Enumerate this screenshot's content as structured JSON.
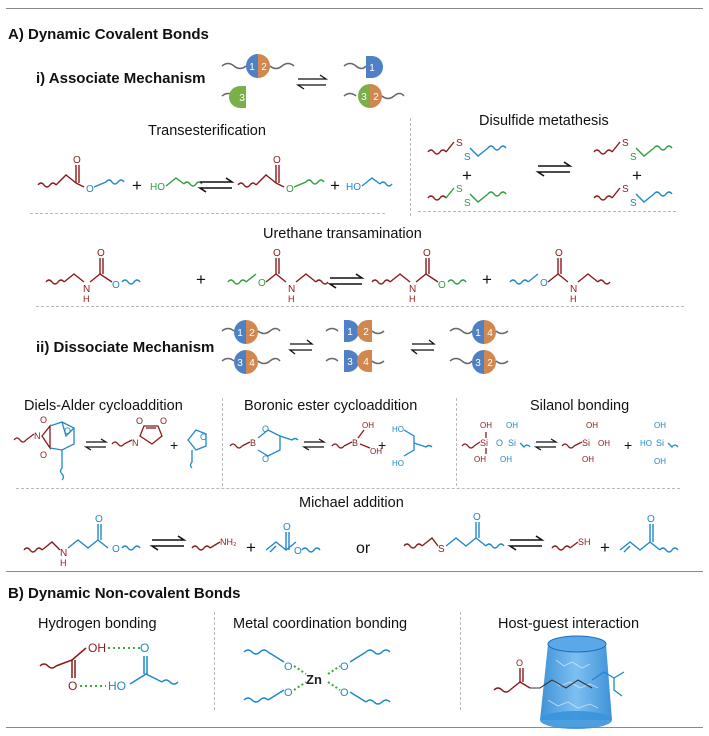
{
  "section_a": {
    "title": "A) Dynamic Covalent Bonds"
  },
  "associate": {
    "title": "i) Associate Mechanism",
    "bead_labels": [
      "1",
      "2",
      "3"
    ]
  },
  "dissociate": {
    "title": "ii) Dissociate Mechanism",
    "bead_labels": [
      "1",
      "2",
      "3",
      "4"
    ]
  },
  "reactions": {
    "transesterification": "Transesterification",
    "disulfide_metathesis": "Disulfide metathesis",
    "urethane_transamination": "Urethane transamination",
    "diels_alder": "Diels-Alder cycloaddition",
    "boronic_ester": "Boronic ester cycloaddition",
    "silanol_bonding": "Silanol bonding",
    "michael_addition": "Michael addition"
  },
  "operators": {
    "plus": "+",
    "or": "or"
  },
  "atoms": {
    "O": "O",
    "HO": "HO",
    "OH": "OH",
    "S": "S",
    "N": "N",
    "H": "H",
    "B": "B",
    "Si": "Si",
    "NH2": "NH₂",
    "SH": "SH",
    "Zn": "Zn"
  },
  "section_b": {
    "title": "B) Dynamic Non-covalent Bonds"
  },
  "noncovalent": {
    "hydrogen_bonding": "Hydrogen bonding",
    "metal_coordination": "Metal coordination bonding",
    "host_guest": "Host-guest interaction"
  },
  "colors": {
    "red": "#8b1a1a",
    "blue": "#1e88c8",
    "green": "#2e9e3e",
    "gray_bond": "#444444",
    "bead_blue": "#4f7fc4",
    "bead_orange": "#d2874f",
    "bead_green": "#7ab04a",
    "hbond": "#3aaa3a",
    "cd_blue": "#3d9be0"
  }
}
